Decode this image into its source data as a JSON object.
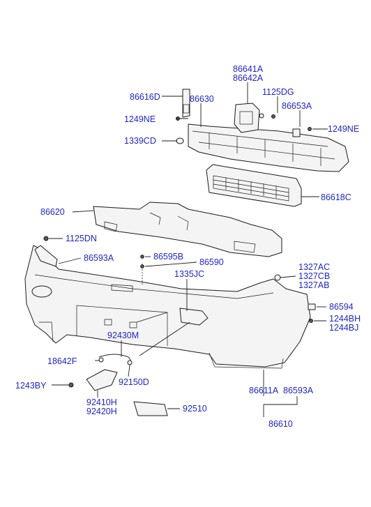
{
  "labels": {
    "p86641A": "86641A",
    "p86642A": "86642A",
    "p86616D": "86616D",
    "p86630": "86630",
    "p1125DG": "1125DG",
    "p86653A": "86653A",
    "p1249NE_left": "1249NE",
    "p1249NE_right": "1249NE",
    "p1339CD": "1339CD",
    "p86618C": "86618C",
    "p86620": "86620",
    "p1125DN": "1125DN",
    "p86593A_left": "86593A",
    "p86595B": "86595B",
    "p86590": "86590",
    "p1335JC": "1335JC",
    "p1327AC": "1327AC",
    "p1327CB": "1327CB",
    "p1327AB": "1327AB",
    "p86594": "86594",
    "p1244BH": "1244BH",
    "p1244BJ": "1244BJ",
    "p92430M": "92430M",
    "p18642F": "18642F",
    "p92150D": "92150D",
    "p1243BY": "1243BY",
    "p92410H": "92410H",
    "p92420H": "92420H",
    "p92510": "92510",
    "p86611A": "86611A",
    "p86593A_bottom": "86593A",
    "p86610": "86610"
  }
}
